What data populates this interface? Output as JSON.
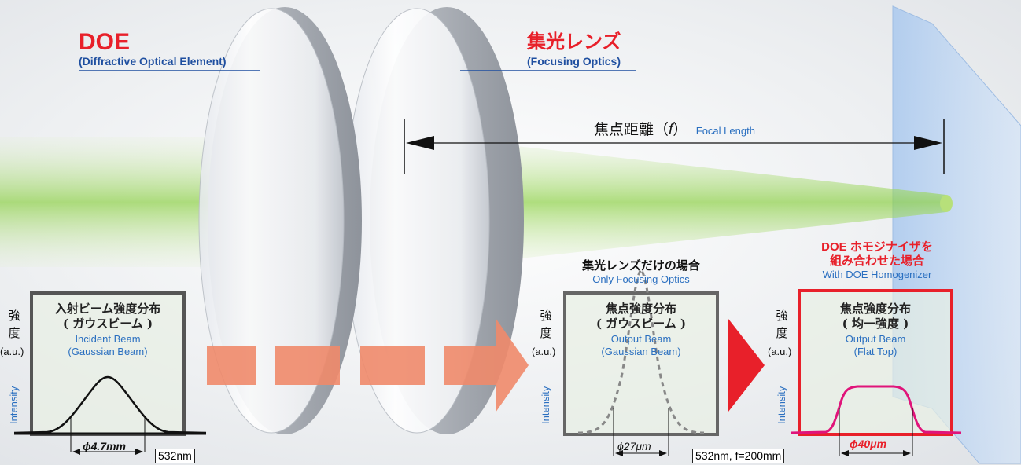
{
  "doe": {
    "title": "DOE",
    "subtitle": "(Diffractive Optical Element)"
  },
  "focusing": {
    "title": "集光レンズ",
    "subtitle": "(Focusing Optics)"
  },
  "focal": {
    "jp": "焦点距離（",
    "f": "f",
    "close": "）",
    "en": "Focal Length"
  },
  "axis": {
    "jp1": "強",
    "jp2": "度",
    "unit": "(a.u.)",
    "intensity": "Intensity"
  },
  "panel1": {
    "title1": "入射ビーム強度分布",
    "title2": "( ガウスビーム )",
    "en1": "Incident Beam",
    "en2": "(Gaussian Beam)",
    "diameter": "ϕ4.7mm",
    "wavelength": "532nm"
  },
  "panel2": {
    "header_jp": "集光レンズだけの場合",
    "header_en": "Only Focusing Optics",
    "title1": "焦点強度分布",
    "title2": "( ガウスビーム )",
    "en1": "Output Beam",
    "en2": "(Gaussian Beam)",
    "diameter": "ϕ27μm",
    "condition": "532nm, f=200mm"
  },
  "panel3": {
    "header_jp1": "DOE ホモジナイザを",
    "header_jp2": "組み合わせた場合",
    "header_en": "With DOE Homogenizer",
    "title1": "焦点強度分布",
    "title2": "( 均一強度 )",
    "en1": "Output Beam",
    "en2": "(Flat Top)",
    "diameter": "ϕ40μm"
  },
  "colors": {
    "accent_red": "#e8202a",
    "blue": "#1f4fa0",
    "beam_green": "#8fd14a",
    "arrow_orange": "#f08a6a",
    "flat_top": "#e0147a"
  }
}
